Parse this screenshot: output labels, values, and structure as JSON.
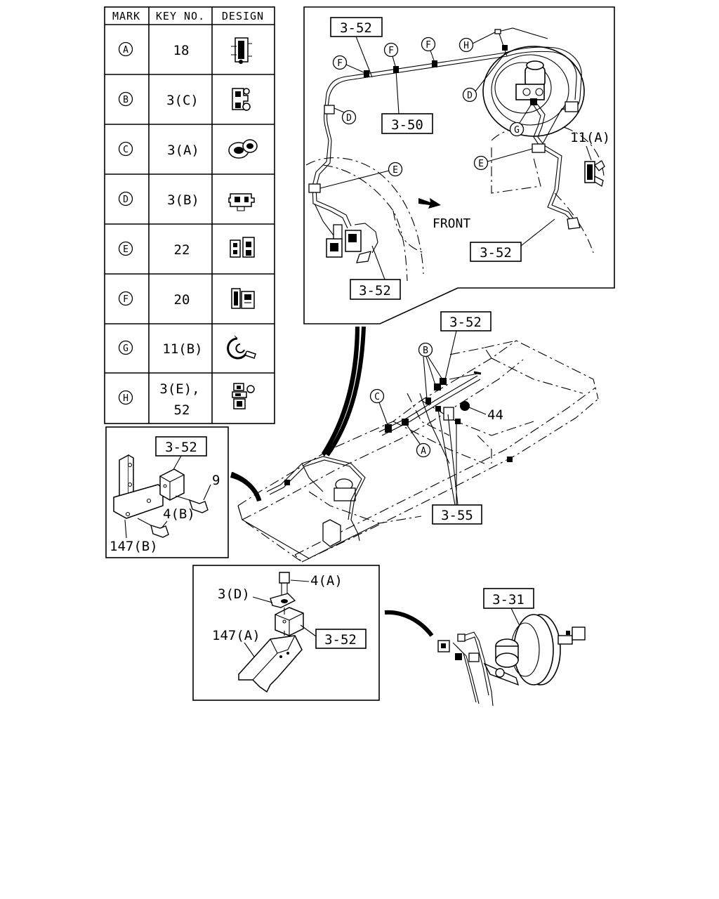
{
  "table": {
    "headers": {
      "mark": "MARK",
      "key_no": "KEY NO.",
      "design": "DESIGN"
    },
    "rows": [
      {
        "mark": "A",
        "key": "18"
      },
      {
        "mark": "B",
        "key": "3(C)"
      },
      {
        "mark": "C",
        "key": "3(A)"
      },
      {
        "mark": "D",
        "key": "3(B)"
      },
      {
        "mark": "E",
        "key": "22"
      },
      {
        "mark": "F",
        "key": "20"
      },
      {
        "mark": "G",
        "key": "11(B)"
      },
      {
        "mark": "H",
        "key": "3(E),",
        "key2": "52"
      }
    ]
  },
  "inset_top": {
    "refs": {
      "r1": "3-52",
      "r2": "3-50",
      "r3": "3-52",
      "r4": "3-52"
    },
    "part_11a": "11(A)",
    "front": "FRONT",
    "marks": {
      "f1": "F",
      "f2": "F",
      "f3": "F",
      "h": "H",
      "d1": "D",
      "d2": "D",
      "g": "G",
      "e1": "E",
      "e2": "E"
    }
  },
  "frame": {
    "refs": {
      "r352": "3-52",
      "r355": "3-55"
    },
    "part_44": "44",
    "marks": {
      "b": "B",
      "c": "C",
      "a": "A"
    }
  },
  "inset_left": {
    "ref": "3-52",
    "part_9": "9",
    "part_4b": "4(B)",
    "part_147b": "147(B)"
  },
  "inset_bottom": {
    "ref": "3-52",
    "part_4a": "4(A)",
    "part_3d": "3(D)",
    "part_147a": "147(A)"
  },
  "booster": {
    "ref": "3-31"
  }
}
